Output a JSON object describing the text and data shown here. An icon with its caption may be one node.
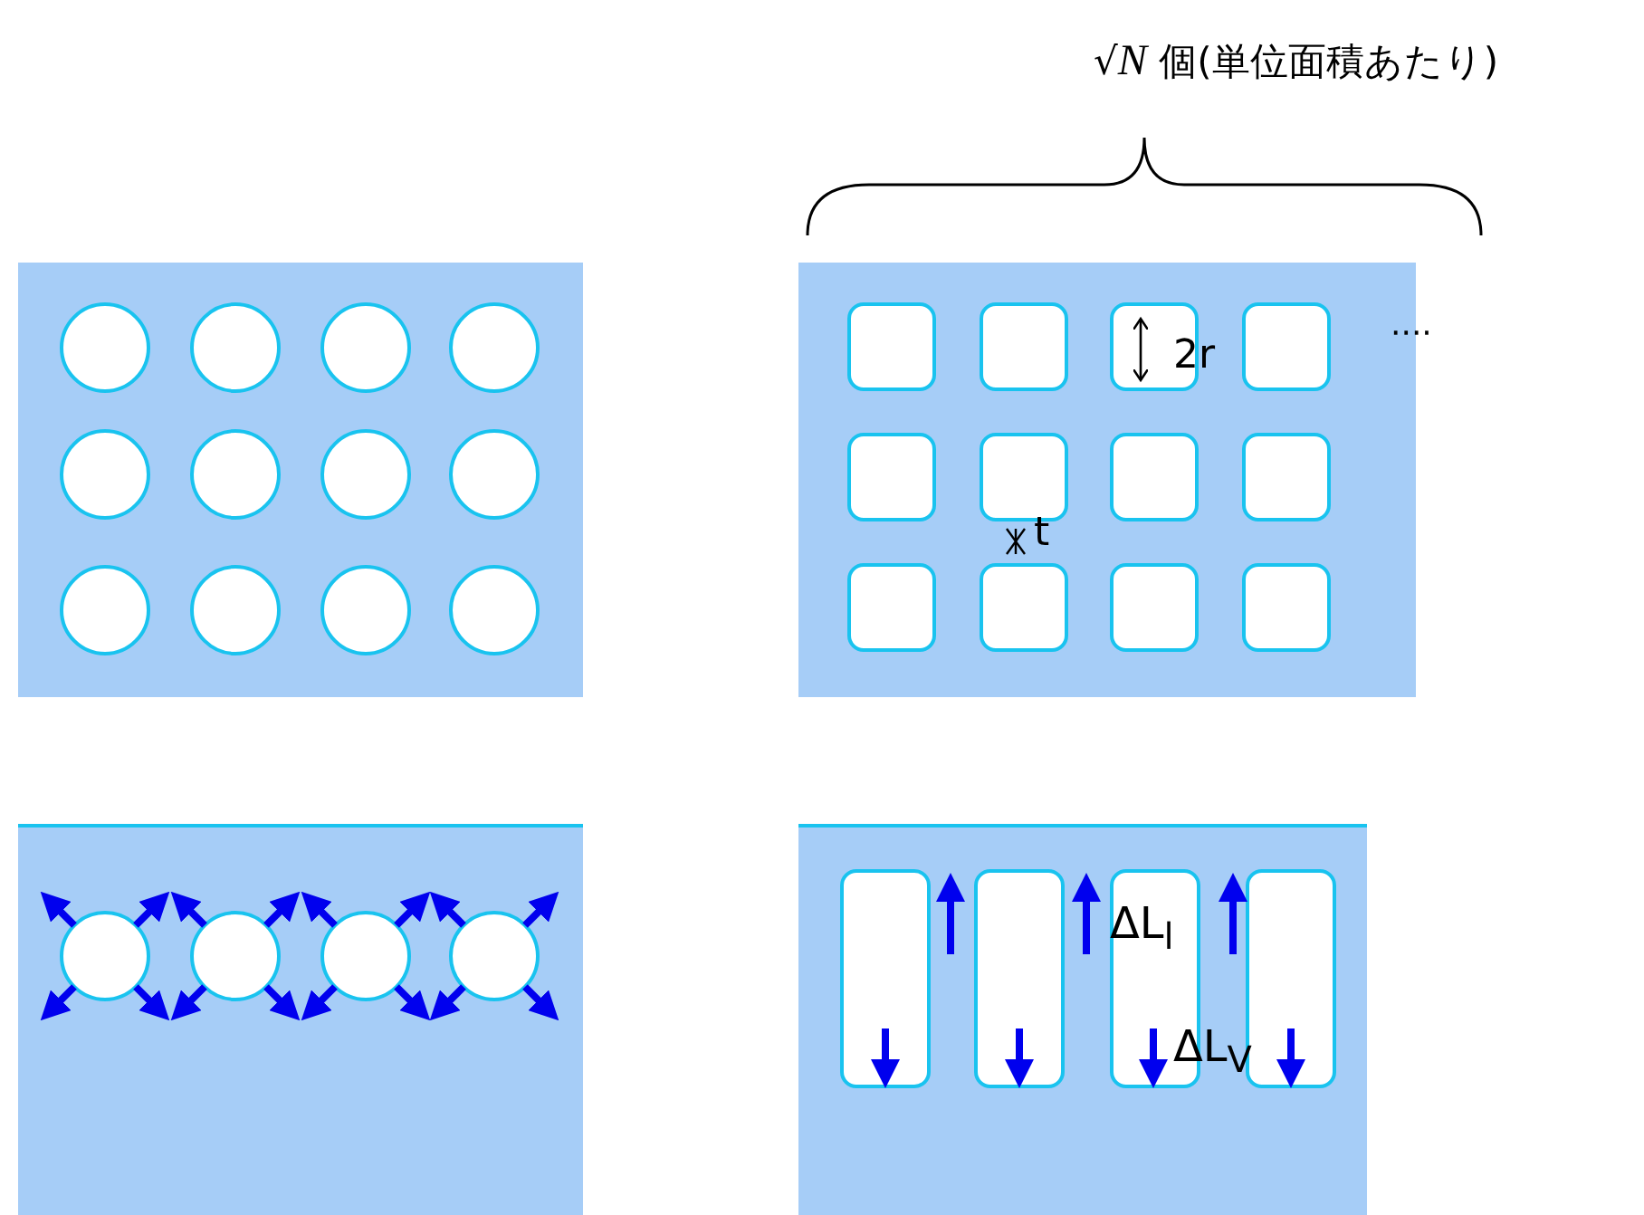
{
  "diagram": {
    "labels": [
      "√*N* 個(単位面積あたり)",
      "····",
      "2r",
      "t",
      "ΔL$_{l}$",
      "ΔL$_{V}$"
    ]
  }
}
